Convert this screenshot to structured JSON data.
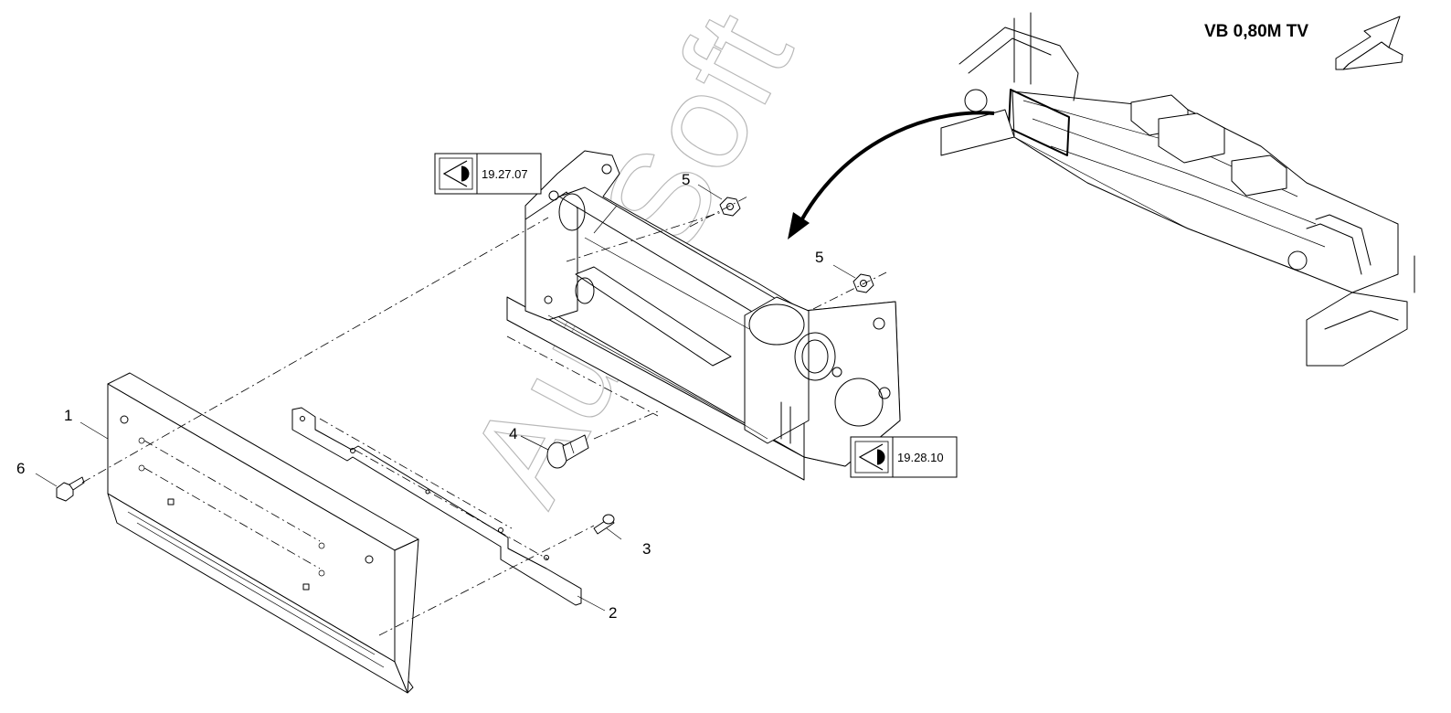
{
  "title": "VB 0,80M TV",
  "watermark": "AutoSoft",
  "reference_boxes": [
    {
      "id": "ref-1",
      "label": "19.27.07",
      "icon": "eye-icon"
    },
    {
      "id": "ref-2",
      "label": "19.28.10",
      "icon": "eye-icon"
    }
  ],
  "callouts": {
    "c1": "1",
    "c2": "2",
    "c3": "3",
    "c4": "4",
    "c5a": "5",
    "c5b": "5",
    "c6": "6"
  }
}
